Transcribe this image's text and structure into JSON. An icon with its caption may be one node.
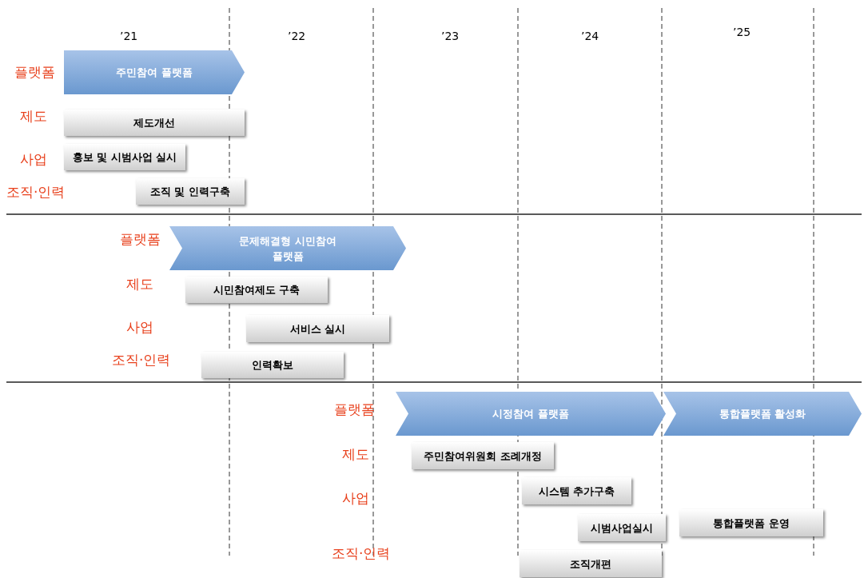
{
  "diagram": {
    "nodes": [
      {
        "text": [
          "주민참여 플랫폼"
        ]
      },
      {
        "text": [
          "제도개선"
        ]
      },
      {
        "text": [
          "홍보 및 시범사업 실시"
        ]
      },
      {
        "text": [
          "조직 및 인력구축"
        ]
      },
      {
        "text": [
          "문제해결형 시민참여 플랫폼"
        ]
      },
      {
        "text": [
          "시민참여제도 구축"
        ]
      },
      {
        "text": [
          "서비스 실시"
        ]
      },
      {
        "text": [
          "인력확보"
        ]
      },
      {
        "text": [
          "시정참여 플랫폼"
        ]
      },
      {
        "text": [
          "통합플랫폼 활성화"
        ]
      },
      {
        "text": [
          "주민참여위원회 조례개정"
        ]
      },
      {
        "text": [
          "시스템 추가구축"
        ]
      },
      {
        "text": [
          "시범사업실시"
        ]
      },
      {
        "text": [
          "통합플랫폼 운영"
        ]
      },
      {
        "text": [
          "조직개편"
        ]
      }
    ],
    "labels": [
      "’21",
      "’22",
      "’23",
      "’24",
      "’25",
      "플랫폼",
      "제도",
      "사업",
      "조직·인력",
      "플랫폼",
      "제도",
      "사업",
      "조직·인력",
      "플랫폼",
      "제도",
      "사업",
      "조직·인력"
    ]
  }
}
